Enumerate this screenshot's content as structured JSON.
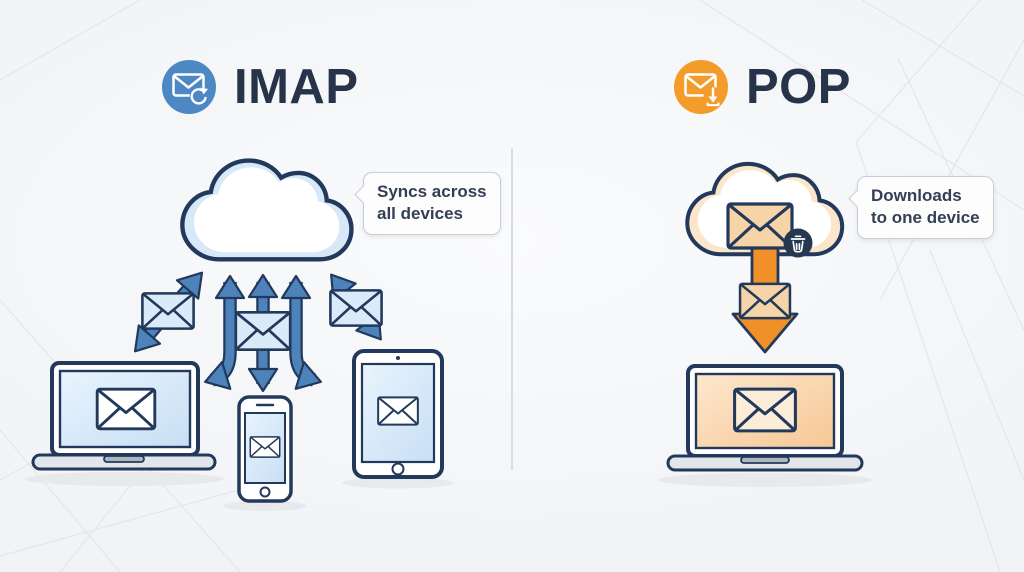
{
  "imap": {
    "title": "IMAP",
    "badge_icon": "envelope-sync-icon",
    "callout": {
      "line1": "Syncs across",
      "line2": "all devices"
    },
    "devices": [
      "laptop",
      "phone",
      "tablet"
    ],
    "cloud": "imap-cloud"
  },
  "pop": {
    "title": "POP",
    "badge_icon": "envelope-download-icon",
    "callout": {
      "line1": "Downloads",
      "line2": "to one device"
    },
    "devices": [
      "laptop"
    ],
    "cloud": "pop-cloud-with-trash-badge"
  },
  "colors": {
    "background": "#f1f3f6",
    "divider": "#d9dce1",
    "title": "#273349",
    "outline": "#23395c",
    "imap-badge": "#4d88c4",
    "imap-arrow": "#4d82ba",
    "imap-cloud-ring": "#d7e9f8",
    "imap-env": "#d9eaf9",
    "pop-badge": "#f49c2b",
    "pop-arrow": "#ef9029",
    "pop-cloud-ring": "#fbe6cc",
    "pop-env": "#f6d4a7",
    "bubble-border": "#c9ced6",
    "bubble-text": "#333f55",
    "device-base": "#e2e6ea",
    "trash-badge": "#263751"
  }
}
